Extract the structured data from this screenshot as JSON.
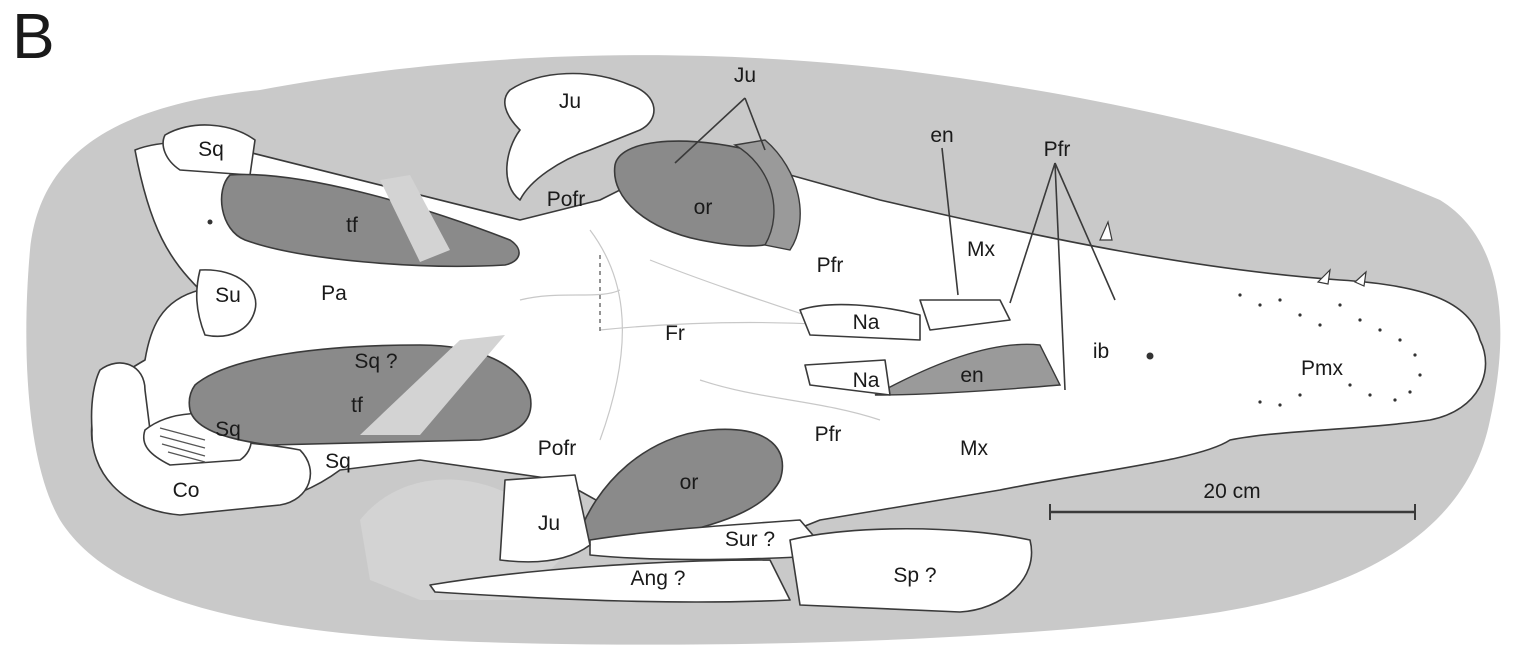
{
  "panel_letter": "B",
  "labels": {
    "ju_top_left": "Ju",
    "ju_top": "Ju",
    "sq_top": "Sq",
    "tf_top": "tf",
    "pofr_top": "Pofr",
    "or_top": "or",
    "en_top": "en",
    "pfr_top_label": "Pfr",
    "mx_top": "Mx",
    "pfr_mid": "Pfr",
    "su": "Su",
    "pa": "Pa",
    "na_top": "Na",
    "fr": "Fr",
    "na_bottom": "Na",
    "en_mid": "en",
    "ib": "ib",
    "pmx": "Pmx",
    "sq_q": "Sq ?",
    "tf_bottom": "tf",
    "sq_left": "Sq",
    "sq_bottom": "Sq",
    "co": "Co",
    "pofr_bottom": "Pofr",
    "or_bottom": "or",
    "pfr_bottom": "Pfr",
    "mx_bottom": "Mx",
    "ju_bottom": "Ju",
    "sur_q": "Sur ?",
    "ang_q": "Ang ?",
    "sp_q": "Sp ?"
  },
  "scale_bar": {
    "label": "20 cm"
  },
  "colors": {
    "matrix": "#c9c9c9",
    "bone": "#ffffff",
    "opening": "#8a8a8a",
    "outline": "#3a3a3a"
  }
}
